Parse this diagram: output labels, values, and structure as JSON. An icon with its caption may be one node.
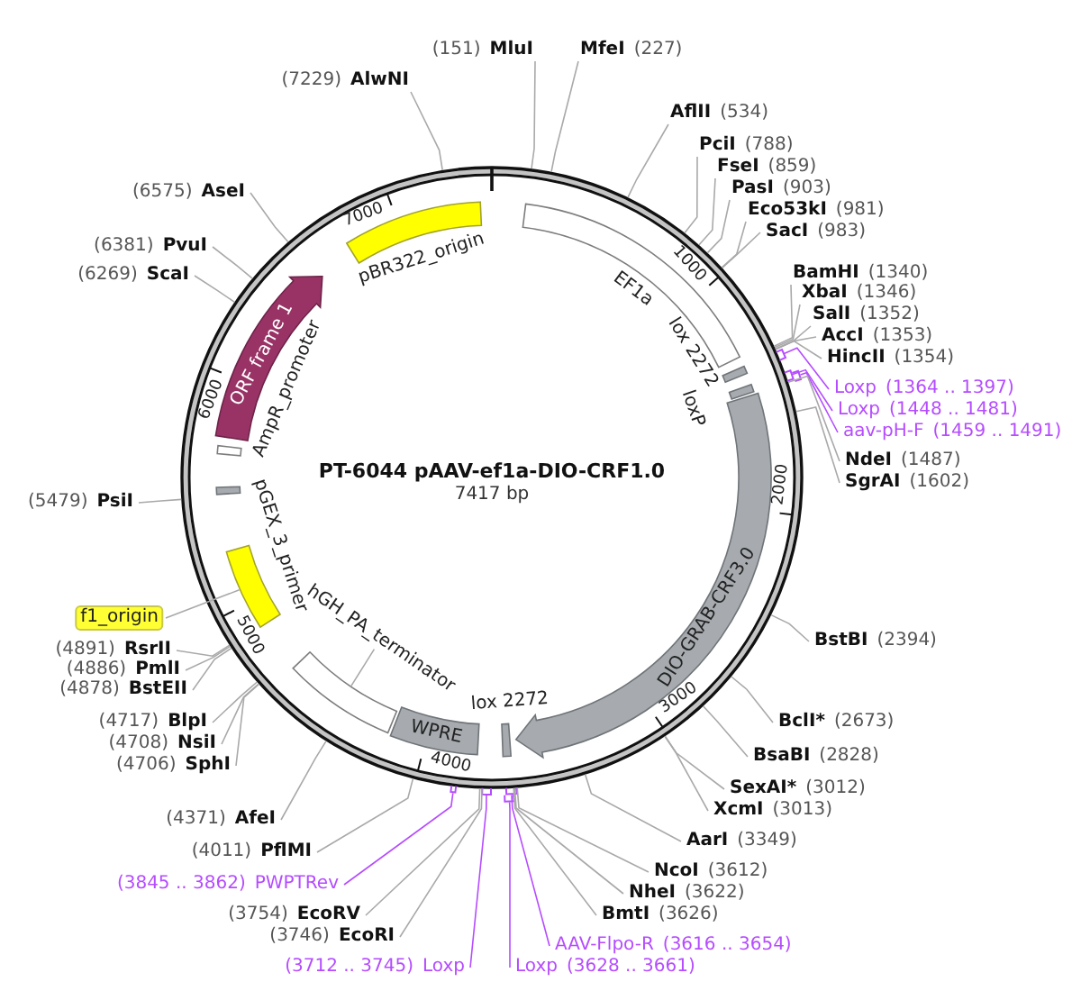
{
  "diagram": {
    "nodes": [
      {
        "text": [
          "PT-6044 pAAV-ef1a-DIO-CRF1.0",
          "7417 bp"
        ]
      },
      {
        "text": [
          "MluI"
        ],
        "beside": [
          "(151)"
        ]
      },
      {
        "text": [
          "MfeI"
        ],
        "beside": [
          "(227)"
        ]
      },
      {
        "text": [
          "AflII"
        ],
        "beside": [
          "(534)"
        ]
      },
      {
        "text": [
          "PciI"
        ],
        "beside": [
          "(788)"
        ]
      },
      {
        "text": [
          "FseI"
        ],
        "beside": [
          "(859)"
        ]
      },
      {
        "text": [
          "PasI"
        ],
        "beside": [
          "(903)"
        ]
      },
      {
        "text": [
          "Eco53kI"
        ],
        "beside": [
          "(981)"
        ]
      },
      {
        "text": [
          "SacI"
        ],
        "beside": [
          "(983)"
        ]
      },
      {
        "text": [
          "BamHI"
        ],
        "beside": [
          "(1340)"
        ]
      },
      {
        "text": [
          "XbaI"
        ],
        "beside": [
          "(1346)"
        ]
      },
      {
        "text": [
          "SalI"
        ],
        "beside": [
          "(1352)"
        ]
      },
      {
        "text": [
          "AccI"
        ],
        "beside": [
          "(1353)"
        ]
      },
      {
        "text": [
          "HincII"
        ],
        "beside": [
          "(1354)"
        ]
      },
      {
        "text": [
          "Loxp"
        ],
        "beside": [
          "(1364 .. 1397)"
        ]
      },
      {
        "text": [
          "Loxp"
        ],
        "beside": [
          "(1448 .. 1481)"
        ]
      },
      {
        "text": [
          "aav-pH-F"
        ],
        "beside": [
          "(1459 .. 1491)"
        ]
      },
      {
        "text": [
          "NdeI"
        ],
        "beside": [
          "(1487)"
        ]
      },
      {
        "text": [
          "SgrAI"
        ],
        "beside": [
          "(1602)"
        ]
      },
      {
        "text": [
          "BstBI"
        ],
        "beside": [
          "(2394)"
        ]
      },
      {
        "text": [
          "BclI*"
        ],
        "beside": [
          "(2673)"
        ]
      },
      {
        "text": [
          "BsaBI"
        ],
        "beside": [
          "(2828)"
        ]
      },
      {
        "text": [
          "SexAI*"
        ],
        "beside": [
          "(3012)"
        ]
      },
      {
        "text": [
          "XcmI"
        ],
        "beside": [
          "(3013)"
        ]
      },
      {
        "text": [
          "AarI"
        ],
        "beside": [
          "(3349)"
        ]
      },
      {
        "text": [
          "NcoI"
        ],
        "beside": [
          "(3612)"
        ]
      },
      {
        "text": [
          "NheI"
        ],
        "beside": [
          "(3622)"
        ]
      },
      {
        "text": [
          "BmtI"
        ],
        "beside": [
          "(3626)"
        ]
      },
      {
        "text": [
          "AAV-Flpo-R"
        ],
        "beside": [
          "(3616 .. 3654)"
        ]
      },
      {
        "text": [
          "Loxp"
        ],
        "beside": [
          "(3628 .. 3661)"
        ]
      },
      {
        "text": [
          "Loxp"
        ],
        "beside": [
          "(3712 .. 3745)"
        ]
      },
      {
        "text": [
          "EcoRI"
        ],
        "beside": [
          "(3746)"
        ]
      },
      {
        "text": [
          "EcoRV"
        ],
        "beside": [
          "(3754)"
        ]
      },
      {
        "text": [
          "PWPTRev"
        ],
        "beside": [
          "(3845 .. 3862)"
        ]
      },
      {
        "text": [
          "PflMI"
        ],
        "beside": [
          "(4011)"
        ]
      },
      {
        "text": [
          "AfeI"
        ],
        "beside": [
          "(4371)"
        ]
      },
      {
        "text": [
          "SphI"
        ],
        "beside": [
          "(4706)"
        ]
      },
      {
        "text": [
          "NsiI"
        ],
        "beside": [
          "(4708)"
        ]
      },
      {
        "text": [
          "BlpI"
        ],
        "beside": [
          "(4717)"
        ]
      },
      {
        "text": [
          "BstEII"
        ],
        "beside": [
          "(4878)"
        ]
      },
      {
        "text": [
          "PmlI"
        ],
        "beside": [
          "(4886)"
        ]
      },
      {
        "text": [
          "RsrII"
        ],
        "beside": [
          "(4891)"
        ]
      },
      {
        "text": [
          "f1_origin"
        ]
      },
      {
        "text": [
          "PsiI"
        ],
        "beside": [
          "(5479)"
        ]
      },
      {
        "text": [
          "ScaI"
        ],
        "beside": [
          "(6269)"
        ]
      },
      {
        "text": [
          "PvuI"
        ],
        "beside": [
          "(6381)"
        ]
      },
      {
        "text": [
          "AseI"
        ],
        "beside": [
          "(6575)"
        ]
      },
      {
        "text": [
          "AlwNI"
        ],
        "beside": [
          "(7229)"
        ]
      },
      {
        "text": [
          "pBR322_origin"
        ],
        "in": 0
      },
      {
        "text": [
          "EF1a"
        ],
        "in": 0
      },
      {
        "text": [
          "lox 2272"
        ],
        "in": 0
      },
      {
        "text": [
          "loxP"
        ],
        "in": 0
      },
      {
        "text": [
          "DIO-GRAB-CRF3.0"
        ],
        "in": 0
      },
      {
        "text": [
          "lox 2272"
        ],
        "in": 0
      },
      {
        "text": [
          "WPRE"
        ],
        "in": 0
      },
      {
        "text": [
          "hGH_PA_terminator"
        ],
        "in": 0
      },
      {
        "text": [],
        "shape": "arc",
        "in": 0
      },
      {
        "text": [],
        "shape": "arc",
        "in": 0
      },
      {
        "text": [
          "pGEX_3_primer"
        ],
        "in": 0
      },
      {
        "text": [
          "AmpR_promoter"
        ],
        "in": 0
      },
      {
        "text": [
          "ORF frame 1"
        ],
        "in": 0
      },
      {
        "text": [],
        "shape": "bracket"
      },
      {
        "text": [],
        "shape": "bracket"
      },
      {
        "text": [],
        "shape": "bracket"
      },
      {
        "text": [],
        "shape": "bracket"
      },
      {
        "text": [],
        "shape": "bracket"
      },
      {
        "text": [],
        "shape": "bracket"
      },
      {
        "text": [],
        "shape": "bracket"
      }
    ],
    "edges": [
      {
        "from": 1,
        "to": 0,
        "arrow": "none"
      },
      {
        "from": 2,
        "to": 0,
        "arrow": "none"
      },
      {
        "from": 3,
        "to": 0,
        "arrow": "none"
      },
      {
        "from": 4,
        "to": 0,
        "arrow": "none"
      },
      {
        "from": 5,
        "to": 0,
        "arrow": "none"
      },
      {
        "from": 6,
        "to": 0,
        "arrow": "none"
      },
      {
        "from": 7,
        "to": 0,
        "arrow": "none"
      },
      {
        "from": 8,
        "to": 0,
        "arrow": "none"
      },
      {
        "from": 9,
        "to": 0,
        "arrow": "none"
      },
      {
        "from": 10,
        "to": 0,
        "arrow": "none"
      },
      {
        "from": 11,
        "to": 0,
        "arrow": "none"
      },
      {
        "from": 12,
        "to": 0,
        "arrow": "none"
      },
      {
        "from": 13,
        "to": 0,
        "arrow": "none"
      },
      {
        "from": 14,
        "to": 61,
        "arrow": "none",
        "color": "#b54cff"
      },
      {
        "from": 15,
        "to": 62,
        "arrow": "none",
        "color": "#b54cff"
      },
      {
        "from": 16,
        "to": 63,
        "arrow": "none",
        "color": "#b54cff"
      },
      {
        "from": 17,
        "to": 0,
        "arrow": "none"
      },
      {
        "from": 18,
        "to": 0,
        "arrow": "none"
      },
      {
        "from": 19,
        "to": 0,
        "arrow": "none"
      },
      {
        "from": 20,
        "to": 0,
        "arrow": "none"
      },
      {
        "from": 21,
        "to": 0,
        "arrow": "none"
      },
      {
        "from": 22,
        "to": 0,
        "arrow": "none"
      },
      {
        "from": 23,
        "to": 0,
        "arrow": "none"
      },
      {
        "from": 24,
        "to": 0,
        "arrow": "none"
      },
      {
        "from": 25,
        "to": 0,
        "arrow": "none"
      },
      {
        "from": 26,
        "to": 0,
        "arrow": "none"
      },
      {
        "from": 27,
        "to": 0,
        "arrow": "none"
      },
      {
        "from": 28,
        "to": 64,
        "arrow": "none",
        "color": "#b54cff"
      },
      {
        "from": 29,
        "to": 65,
        "arrow": "none",
        "color": "#b54cff"
      },
      {
        "from": 30,
        "to": 66,
        "arrow": "none",
        "color": "#b54cff"
      },
      {
        "from": 31,
        "to": 0,
        "arrow": "none"
      },
      {
        "from": 32,
        "to": 0,
        "arrow": "none"
      },
      {
        "from": 33,
        "to": 67,
        "arrow": "none",
        "color": "#b54cff"
      },
      {
        "from": 34,
        "to": 0,
        "arrow": "none"
      },
      {
        "from": 35,
        "to": 0,
        "arrow": "none"
      },
      {
        "from": 36,
        "to": 0,
        "arrow": "none"
      },
      {
        "from": 37,
        "to": 0,
        "arrow": "none"
      },
      {
        "from": 38,
        "to": 0,
        "arrow": "none"
      },
      {
        "from": 39,
        "to": 0,
        "arrow": "none"
      },
      {
        "from": 40,
        "to": 0,
        "arrow": "none"
      },
      {
        "from": 41,
        "to": 0,
        "arrow": "none"
      },
      {
        "from": 42,
        "to": 57,
        "arrow": "none"
      },
      {
        "from": 43,
        "to": 0,
        "arrow": "none"
      },
      {
        "from": 44,
        "to": 0,
        "arrow": "none"
      },
      {
        "from": 45,
        "to": 0,
        "arrow": "none"
      },
      {
        "from": 46,
        "to": 0,
        "arrow": "none"
      },
      {
        "from": 47,
        "to": 0,
        "arrow": "none"
      },
      {
        "from": 55,
        "to": 56,
        "arrow": "none"
      }
    ],
    "labels": [
      "1000",
      "2000",
      "3000",
      "4000",
      "5000",
      "6000",
      "7000"
    ]
  }
}
